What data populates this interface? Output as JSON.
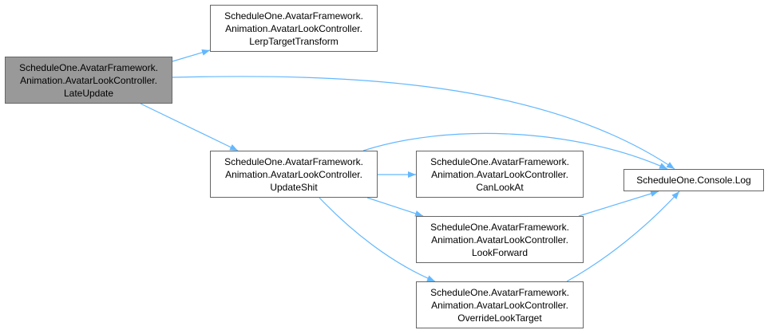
{
  "nodes": [
    {
      "id": "lateupdate",
      "lines": [
        "ScheduleOne.AvatarFramework.",
        "Animation.AvatarLookController.",
        "LateUpdate"
      ]
    },
    {
      "id": "lerptarget",
      "lines": [
        "ScheduleOne.AvatarFramework.",
        "Animation.AvatarLookController.",
        "LerpTargetTransform"
      ]
    },
    {
      "id": "updateshit",
      "lines": [
        "ScheduleOne.AvatarFramework.",
        "Animation.AvatarLookController.",
        "UpdateShit"
      ]
    },
    {
      "id": "canlookat",
      "lines": [
        "ScheduleOne.AvatarFramework.",
        "Animation.AvatarLookController.",
        "CanLookAt"
      ]
    },
    {
      "id": "lookforward",
      "lines": [
        "ScheduleOne.AvatarFramework.",
        "Animation.AvatarLookController.",
        "LookForward"
      ]
    },
    {
      "id": "overridelook",
      "lines": [
        "ScheduleOne.AvatarFramework.",
        "Animation.AvatarLookController.",
        "OverrideLookTarget"
      ]
    },
    {
      "id": "consolelog",
      "lines": [
        "ScheduleOne.Console.Log"
      ]
    }
  ],
  "edges": [
    {
      "from": "lateupdate",
      "to": "lerptarget"
    },
    {
      "from": "lateupdate",
      "to": "consolelog"
    },
    {
      "from": "lateupdate",
      "to": "updateshit"
    },
    {
      "from": "updateshit",
      "to": "consolelog"
    },
    {
      "from": "updateshit",
      "to": "canlookat"
    },
    {
      "from": "updateshit",
      "to": "lookforward"
    },
    {
      "from": "updateshit",
      "to": "overridelook"
    },
    {
      "from": "lookforward",
      "to": "consolelog"
    },
    {
      "from": "overridelook",
      "to": "consolelog"
    }
  ],
  "colors": {
    "edge": "#63b8ff",
    "current_node_fill": "#999999",
    "node_border": "#666666"
  }
}
